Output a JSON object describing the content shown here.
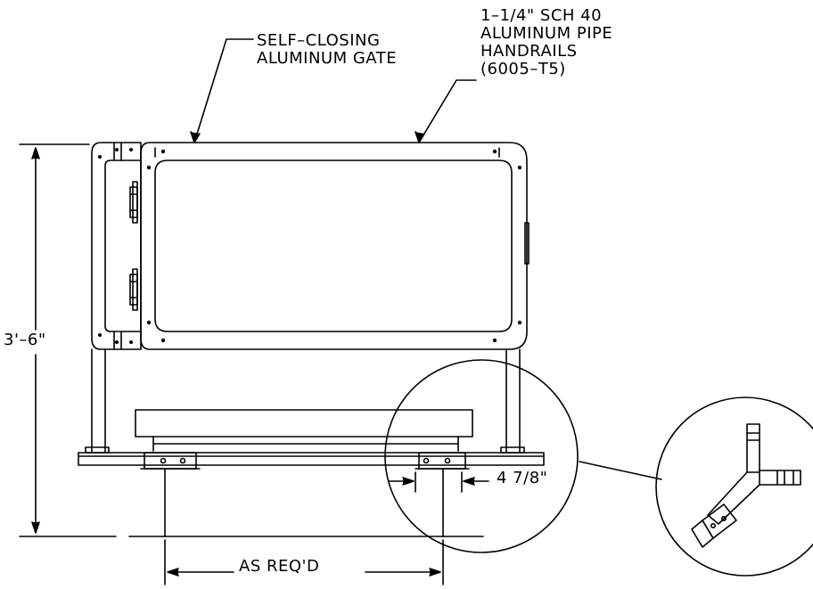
{
  "annotations": {
    "gate": [
      "SELF–CLOSING",
      "ALUMINUM GATE"
    ],
    "handrails": [
      "1–1/4\" SCH 40",
      "ALUMINUM PIPE",
      "HANDRAILS",
      "(6005–T5)"
    ]
  },
  "dimensions": {
    "height": "3'–6\"",
    "offset": "4 7/8\"",
    "width": "AS REQ'D"
  },
  "colors": {
    "line": "#000000",
    "background": "#ffffff"
  }
}
